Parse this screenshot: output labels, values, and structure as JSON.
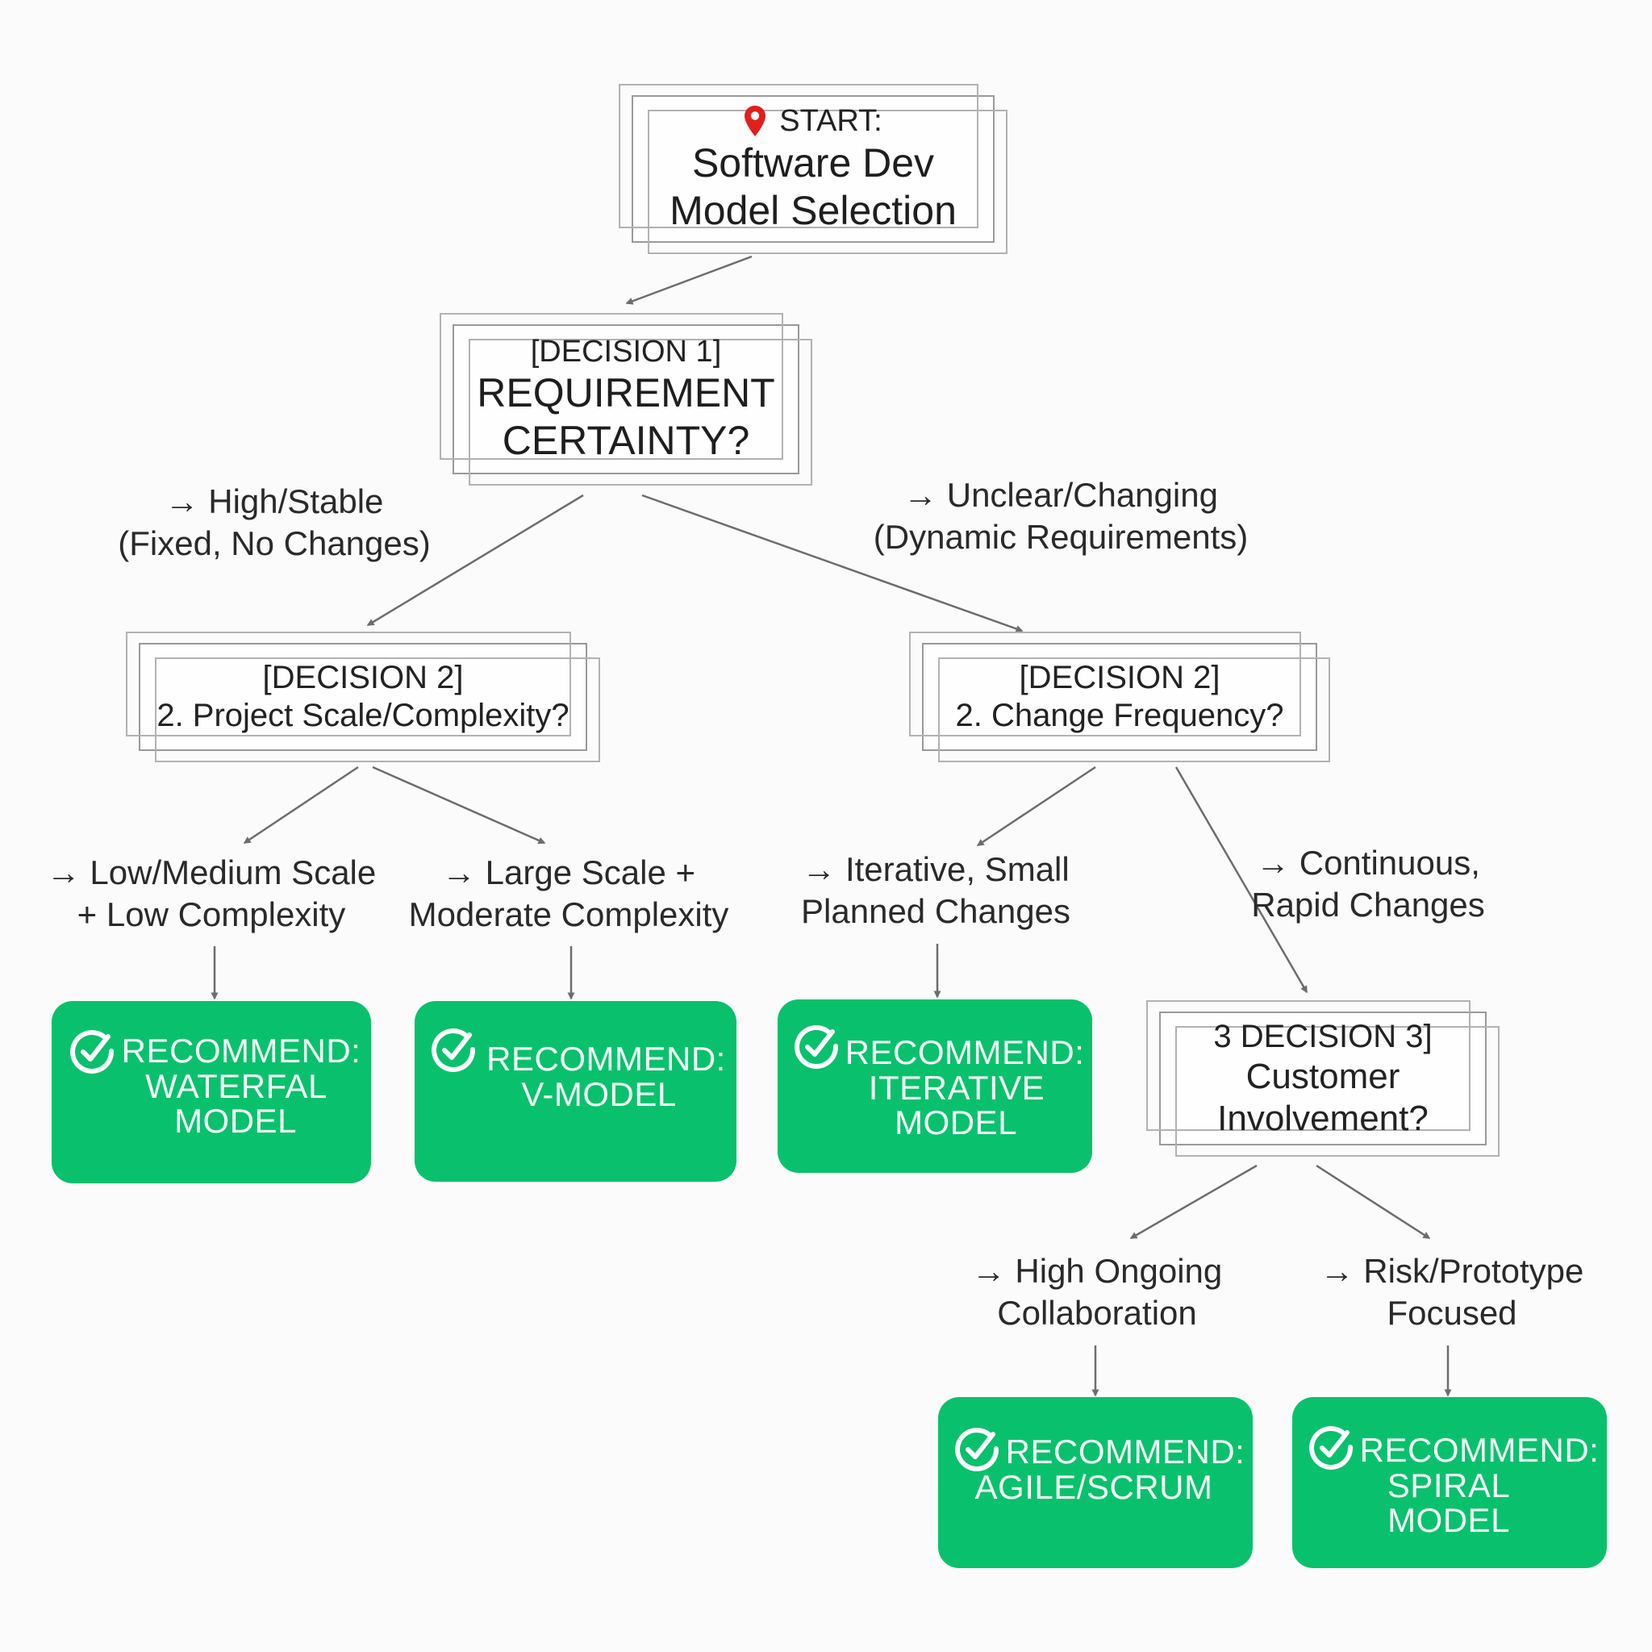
{
  "colors": {
    "recommend_fill": "#09c16c",
    "recommend_text": "#f4fff8",
    "box_border": "#9a9a9a",
    "arrow": "#6d6d6d",
    "pin": "#e0201c"
  },
  "start": {
    "icon": "map-pin-icon",
    "label": "START:",
    "line2": "Software Dev",
    "line3": "Model Selection"
  },
  "decision1": {
    "tag": "[DECISION 1]",
    "line1": "REQUIREMENT",
    "line2": "CERTAINTY?"
  },
  "decision2_left": {
    "tag": "[DECISION 2]",
    "question": "2. Project Scale/Complexity?"
  },
  "decision2_right": {
    "tag": "[DECISION 2]",
    "question": "2. Change Frequency?"
  },
  "decision3": {
    "tag": "3 DECISION 3]",
    "line1": "Customer",
    "line2": "Involvement?"
  },
  "edge_labels": {
    "high_stable": [
      "→ High/Stable",
      "(Fixed, No Changes)"
    ],
    "unclear_changing": [
      "→ Unclear/Changing",
      "(Dynamic Requirements)"
    ],
    "low_medium": [
      "→ Low/Medium Scale",
      "+ Low Complexity"
    ],
    "large_scale": [
      "→ Large Scale +",
      "Moderate Complexity"
    ],
    "iterative_small": [
      "→ Iterative, Small",
      "Planned Changes"
    ],
    "continuous": [
      "→ Continuous,",
      "Rapid Changes"
    ],
    "high_ongoing": [
      "→ High Ongoing",
      "Collaboration"
    ],
    "risk_prototype": [
      "→ Risk/Prototype",
      "Focused"
    ]
  },
  "recommendations": {
    "waterfall": {
      "icon": "check-circle-icon",
      "lines": [
        "RECOMMEND:",
        "WATERFAL",
        "MODEL"
      ]
    },
    "vmodel": {
      "icon": "check-circle-icon",
      "lines": [
        "RECOMMEND:",
        "V-MODEL"
      ]
    },
    "iterative": {
      "icon": "check-circle-icon",
      "lines": [
        "RECOMMEND:",
        "ITERATIVE",
        "MODEL"
      ]
    },
    "agile": {
      "icon": "check-circle-icon",
      "lines": [
        "RECOMMEND:",
        "AGILE/SCRUM"
      ]
    },
    "spiral": {
      "icon": "check-circle-icon",
      "lines": [
        "RECOMMEND:",
        "SPIRAL",
        "MODEL"
      ]
    }
  }
}
